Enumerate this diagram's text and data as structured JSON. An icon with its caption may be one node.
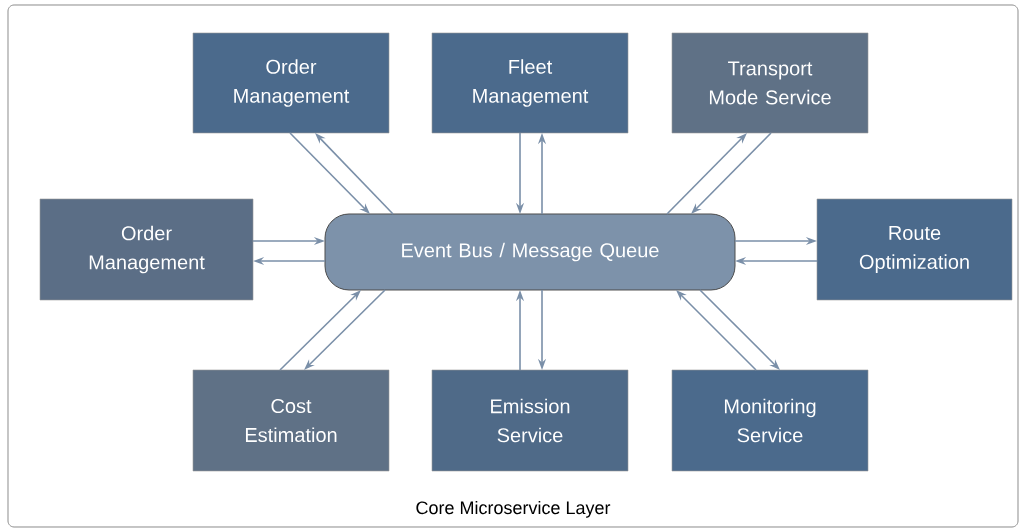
{
  "diagram": {
    "nodes": [
      {
        "text": [
          "Core Microservice Layer"
        ]
      },
      {
        "text": [
          "Order Management"
        ],
        "in": 0
      },
      {
        "text": [
          "Fleet Management"
        ],
        "in": 0
      },
      {
        "text": [
          "Transport Mode Service"
        ],
        "in": 0
      },
      {
        "text": [
          "Order Management"
        ],
        "in": 0
      },
      {
        "text": [
          "Event Bus / Message Queue"
        ],
        "in": 0
      },
      {
        "text": [
          "Route Optimization"
        ],
        "in": 0
      },
      {
        "text": [
          "Cost Estimation"
        ],
        "in": 0
      },
      {
        "text": [
          "Emission Service"
        ],
        "in": 0
      },
      {
        "text": [
          "Monitoring Service"
        ],
        "in": 0
      }
    ],
    "edges": [
      {
        "from": 1,
        "to": 5,
        "arrow": "to"
      },
      {
        "from": 5,
        "to": 1,
        "arrow": "to"
      },
      {
        "from": 2,
        "to": 5,
        "arrow": "to"
      },
      {
        "from": 5,
        "to": 2,
        "arrow": "to"
      },
      {
        "from": 5,
        "to": 3,
        "arrow": "to"
      },
      {
        "from": 3,
        "to": 5,
        "arrow": "to"
      },
      {
        "from": 4,
        "to": 5,
        "arrow": "to"
      },
      {
        "from": 5,
        "to": 4,
        "arrow": "to"
      },
      {
        "from": 5,
        "to": 6,
        "arrow": "to"
      },
      {
        "from": 6,
        "to": 5,
        "arrow": "to"
      },
      {
        "from": 7,
        "to": 5,
        "arrow": "to"
      },
      {
        "from": 5,
        "to": 7,
        "arrow": "to"
      },
      {
        "from": 8,
        "to": 5,
        "arrow": "to"
      },
      {
        "from": 5,
        "to": 8,
        "arrow": "to"
      },
      {
        "from": 9,
        "to": 5,
        "arrow": "to"
      },
      {
        "from": 5,
        "to": 9,
        "arrow": "to"
      }
    ]
  }
}
